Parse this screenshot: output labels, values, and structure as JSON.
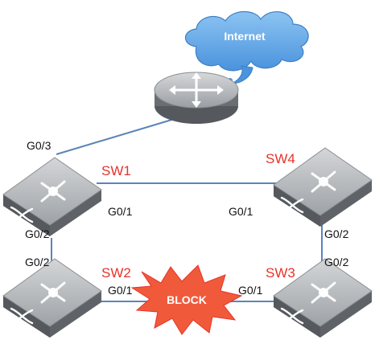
{
  "cloud": {
    "label": "Internet"
  },
  "switches": [
    {
      "name": "SW1"
    },
    {
      "name": "SW4"
    },
    {
      "name": "SW2"
    },
    {
      "name": "SW3"
    }
  ],
  "ports": {
    "sw1_uplink": "G0/3",
    "sw1_to_sw4": "G0/1",
    "sw4_to_sw1": "G0/1",
    "sw1_to_sw2": "G0/2",
    "sw2_to_sw1": "G0/2",
    "sw4_to_sw3": "G0/2",
    "sw3_to_sw4": "G0/2",
    "sw2_to_sw3": "G0/1",
    "sw3_to_sw2": "G0/1"
  },
  "block": {
    "label": "BLOCK"
  },
  "colors": {
    "link": "#5b84b8",
    "device_label": "#e8322b",
    "cloud_fill": "#5ba2e4",
    "block_fill": "#f05a3a"
  }
}
